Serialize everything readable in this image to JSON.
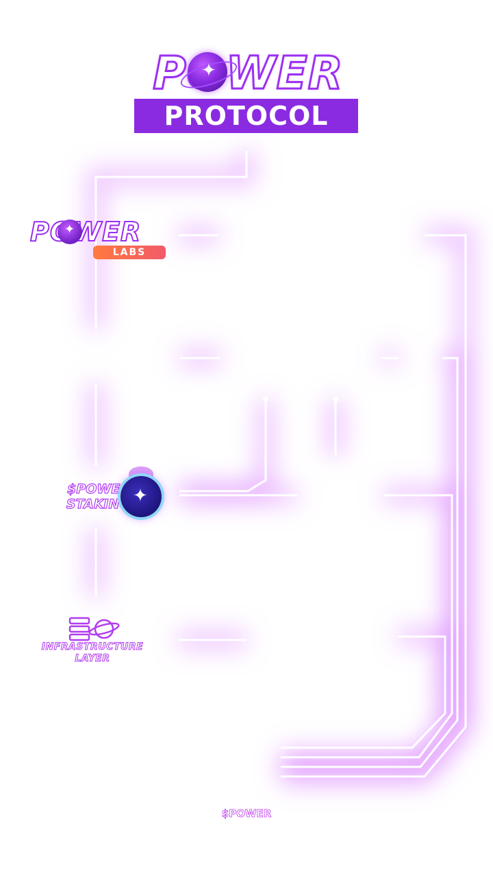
{
  "brand": {
    "title_word": "POWER",
    "subtitle": "PROTOCOL"
  },
  "sections": {
    "labs": {
      "title": "POWER",
      "badge": "LABS"
    },
    "staking": {
      "line1": "$POWER",
      "line2": "STAKING"
    },
    "infrastructure": {
      "line1": "INFRASTRUCTURE",
      "line2": "LAYER"
    }
  },
  "footer": {
    "ticker": "$POWER"
  },
  "colors": {
    "accent": "#8a2be2",
    "glow": "#c13cf0",
    "labs_badge": "#f26a4f",
    "line": "#ffffff"
  },
  "icons": [
    "sparkle-icon",
    "planet-orb-icon",
    "infrastructure-icon"
  ]
}
